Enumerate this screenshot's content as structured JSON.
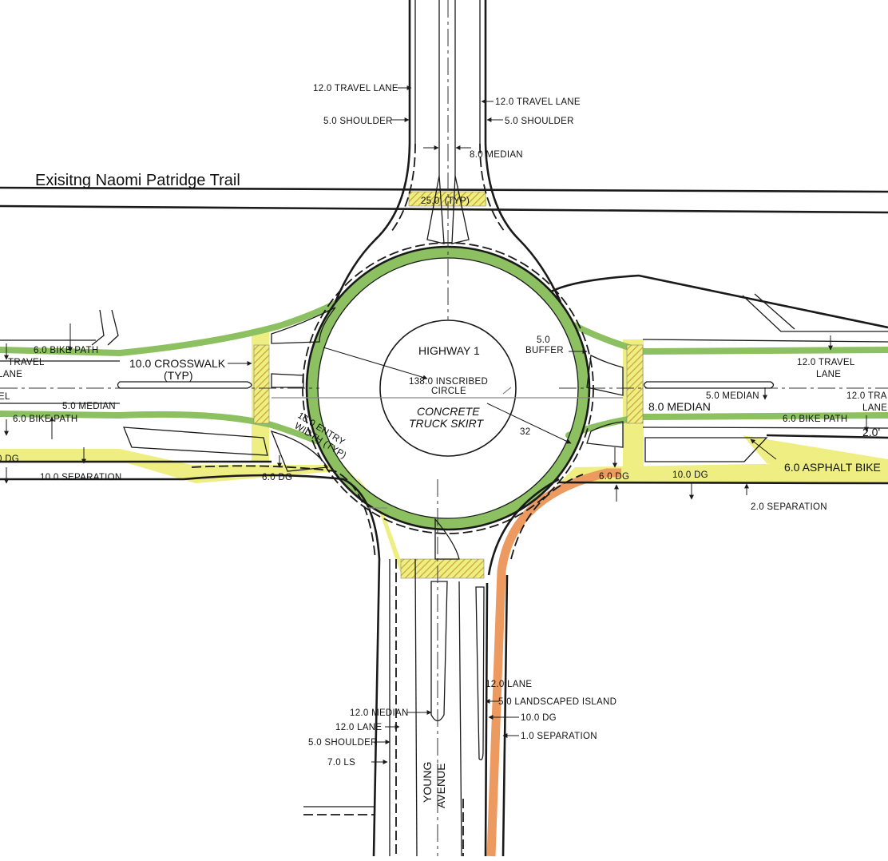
{
  "colors": {
    "bike_path_green": "#8cc061",
    "dg_yellow": "#eeee82",
    "asphalt_orange": "#ec9a5f",
    "crosswalk_hatch": "#d8bf4a",
    "linework": "#1a1a1a"
  },
  "trail": {
    "label": "Exisitng Naomi Patridge Trail"
  },
  "center_island": {
    "title": "HIGHWAY 1",
    "diameter_label": "138.0 INSCRIBED",
    "diameter_label2": "CIRCLE",
    "skirt_label": "CONCRETE",
    "skirt_label2": "TRUCK SKIRT",
    "radius_value": "32"
  },
  "north_leg": {
    "travel_lane_left": "12.0 TRAVEL LANE",
    "travel_lane_right": "12.0 TRAVEL LANE",
    "shoulder_left": "5.0 SHOULDER",
    "shoulder_right": "5.0 SHOULDER",
    "median": "8.0 MEDIAN",
    "crosswalk": "25.0' (TYP)"
  },
  "west_leg": {
    "bike_path_top": "6.0 BIKE PATH",
    "travel_label": "TRAVEL",
    "lane_label": "LANE",
    "el_label": "EL",
    "crosswalk": "10.0 CROSSWALK",
    "crosswalk_typ": "(TYP)",
    "median": "5.0 MEDIAN",
    "bike_path_bottom": "6.0 BIKE PATH",
    "dg_left": "0 DG",
    "separation": "10.0 SEPARATION",
    "dg": "6.0 DG",
    "entry_width": "16.0 ENTRY",
    "entry_width2": "WIDTH (TYP)"
  },
  "east_leg": {
    "buffer": "5.0",
    "buffer2": "BUFFER",
    "travel_lane": "12.0 TRAVEL",
    "travel_lane2": "LANE",
    "travel_lane_far": "12.0 TRA",
    "lane_far": "LANE",
    "median_small": "5.0 MEDIAN",
    "median": "8.0 MEDIAN",
    "bike_path": "6.0 BIKE PATH",
    "dg_small": "6.0 DG",
    "dg": "10.0 DG",
    "asphalt_bike": "6.0 ASPHALT BIKE",
    "separation": "2.0 SEPARATION",
    "dim_2": "2.0'"
  },
  "south_leg": {
    "median": "12.0 MEDIAN",
    "lane_left": "12.0 LANE",
    "shoulder": "5.0 SHOULDER",
    "ls": "7.0 LS",
    "lane_right": "12.0 LANE",
    "landscaped": "5.0 LANDSCAPED ISLAND",
    "dg": "10.0 DG",
    "separation": "1.0 SEPARATION",
    "street_name_1": "YOUNG",
    "street_name_2": "AVENUE"
  }
}
